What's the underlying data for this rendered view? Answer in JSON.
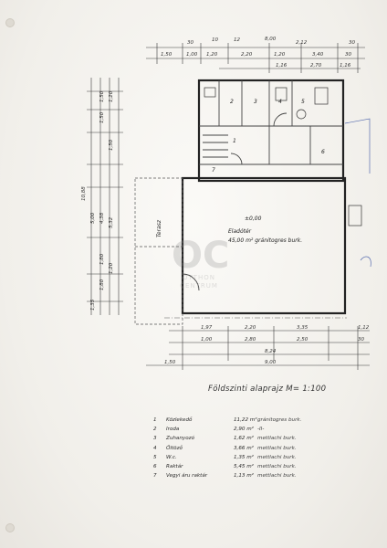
{
  "drawing_title": "Földszinti alaprajz  M= 1:100",
  "top_dims_row1": [
    "30",
    "10",
    "12",
    "8,00",
    "2,12",
    "30"
  ],
  "top_dims_row2": [
    "1,50",
    "1,00",
    "1,20",
    "2,20",
    "1,20",
    "3,40",
    "30"
  ],
  "top_dims_row3": [
    "1,16",
    "2,70",
    "1,16"
  ],
  "bottom_dims_row1": [
    "1,97",
    "2,20",
    "3,35",
    "1,12"
  ],
  "bottom_dims_row2": [
    "1,00",
    "2,80",
    "2,50",
    "30"
  ],
  "bottom_dims_row3": [
    "8,24"
  ],
  "bottom_dims_row4": [
    "1,50",
    "9,00"
  ],
  "left_dims": [
    "1,50",
    "1,20",
    "1,50",
    "1,50",
    "10,88",
    "5,00",
    "4,38",
    "5,32",
    "1,80",
    "1,20",
    "1,80",
    "1,35"
  ],
  "room_main_label": "Eladótér",
  "room_main_area": "45,00 m² gránitogres burk.",
  "room_side_label": "Terasz",
  "level_mark": "±0,00",
  "room_numbers": [
    "1",
    "2",
    "3",
    "4",
    "5",
    "6",
    "7"
  ],
  "legend": [
    {
      "num": "1",
      "name": "Közlekedő",
      "area": "11,22 m²",
      "mat": "gránitogres burk."
    },
    {
      "num": "2",
      "name": "Iroda",
      "area": "2,90 m²",
      "mat": "-II-"
    },
    {
      "num": "3",
      "name": "Zuhanyozó",
      "area": "1,62 m²",
      "mat": "mettlachi burk."
    },
    {
      "num": "4",
      "name": "Öltöző",
      "area": "3,66 m²",
      "mat": "mettlachi burk."
    },
    {
      "num": "5",
      "name": "W.c.",
      "area": "1,35 m²",
      "mat": "mettlachi burk."
    },
    {
      "num": "6",
      "name": "Raktár",
      "area": "5,45 m²",
      "mat": "mettlachi burk."
    },
    {
      "num": "7",
      "name": "Vegyi áru raktár",
      "area": "1,13 m²",
      "mat": "mettlachi burk."
    }
  ],
  "watermark": {
    "logo": "OC",
    "line1": "OTTHON",
    "line2": "CENTRUM"
  }
}
